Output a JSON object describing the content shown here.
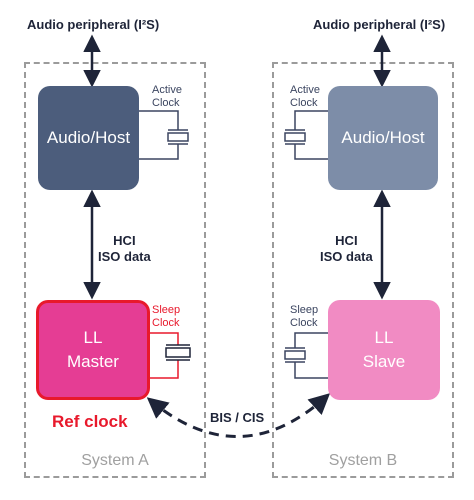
{
  "peripheral_a": "Audio peripheral (I²S)",
  "peripheral_b": "Audio peripheral (I²S)",
  "system_a": {
    "label": "System A",
    "host": "Audio/Host",
    "ll_line1": "LL",
    "ll_line2": "Master",
    "active_clock_line1": "Active",
    "active_clock_line2": "Clock",
    "sleep_clock_line1": "Sleep",
    "sleep_clock_line2": "Clock",
    "ref_clock": "Ref clock"
  },
  "system_b": {
    "label": "System B",
    "host": "Audio/Host",
    "ll_line1": "LL",
    "ll_line2": "Slave",
    "active_clock_line1": "Active",
    "active_clock_line2": "Clock",
    "sleep_clock_line1": "Sleep",
    "sleep_clock_line2": "Clock"
  },
  "hci_a": {
    "line1": "HCI",
    "line2": "ISO data"
  },
  "hci_b": {
    "line1": "HCI",
    "line2": "ISO data"
  },
  "link_label": "BIS / CIS",
  "colors": {
    "host_a": "#4c5d7c",
    "host_b": "#7d8da8",
    "ll_master": "#e53d94",
    "ll_slave": "#f18bc3",
    "ref_red": "#e8192c",
    "arrow": "#1e2438"
  }
}
